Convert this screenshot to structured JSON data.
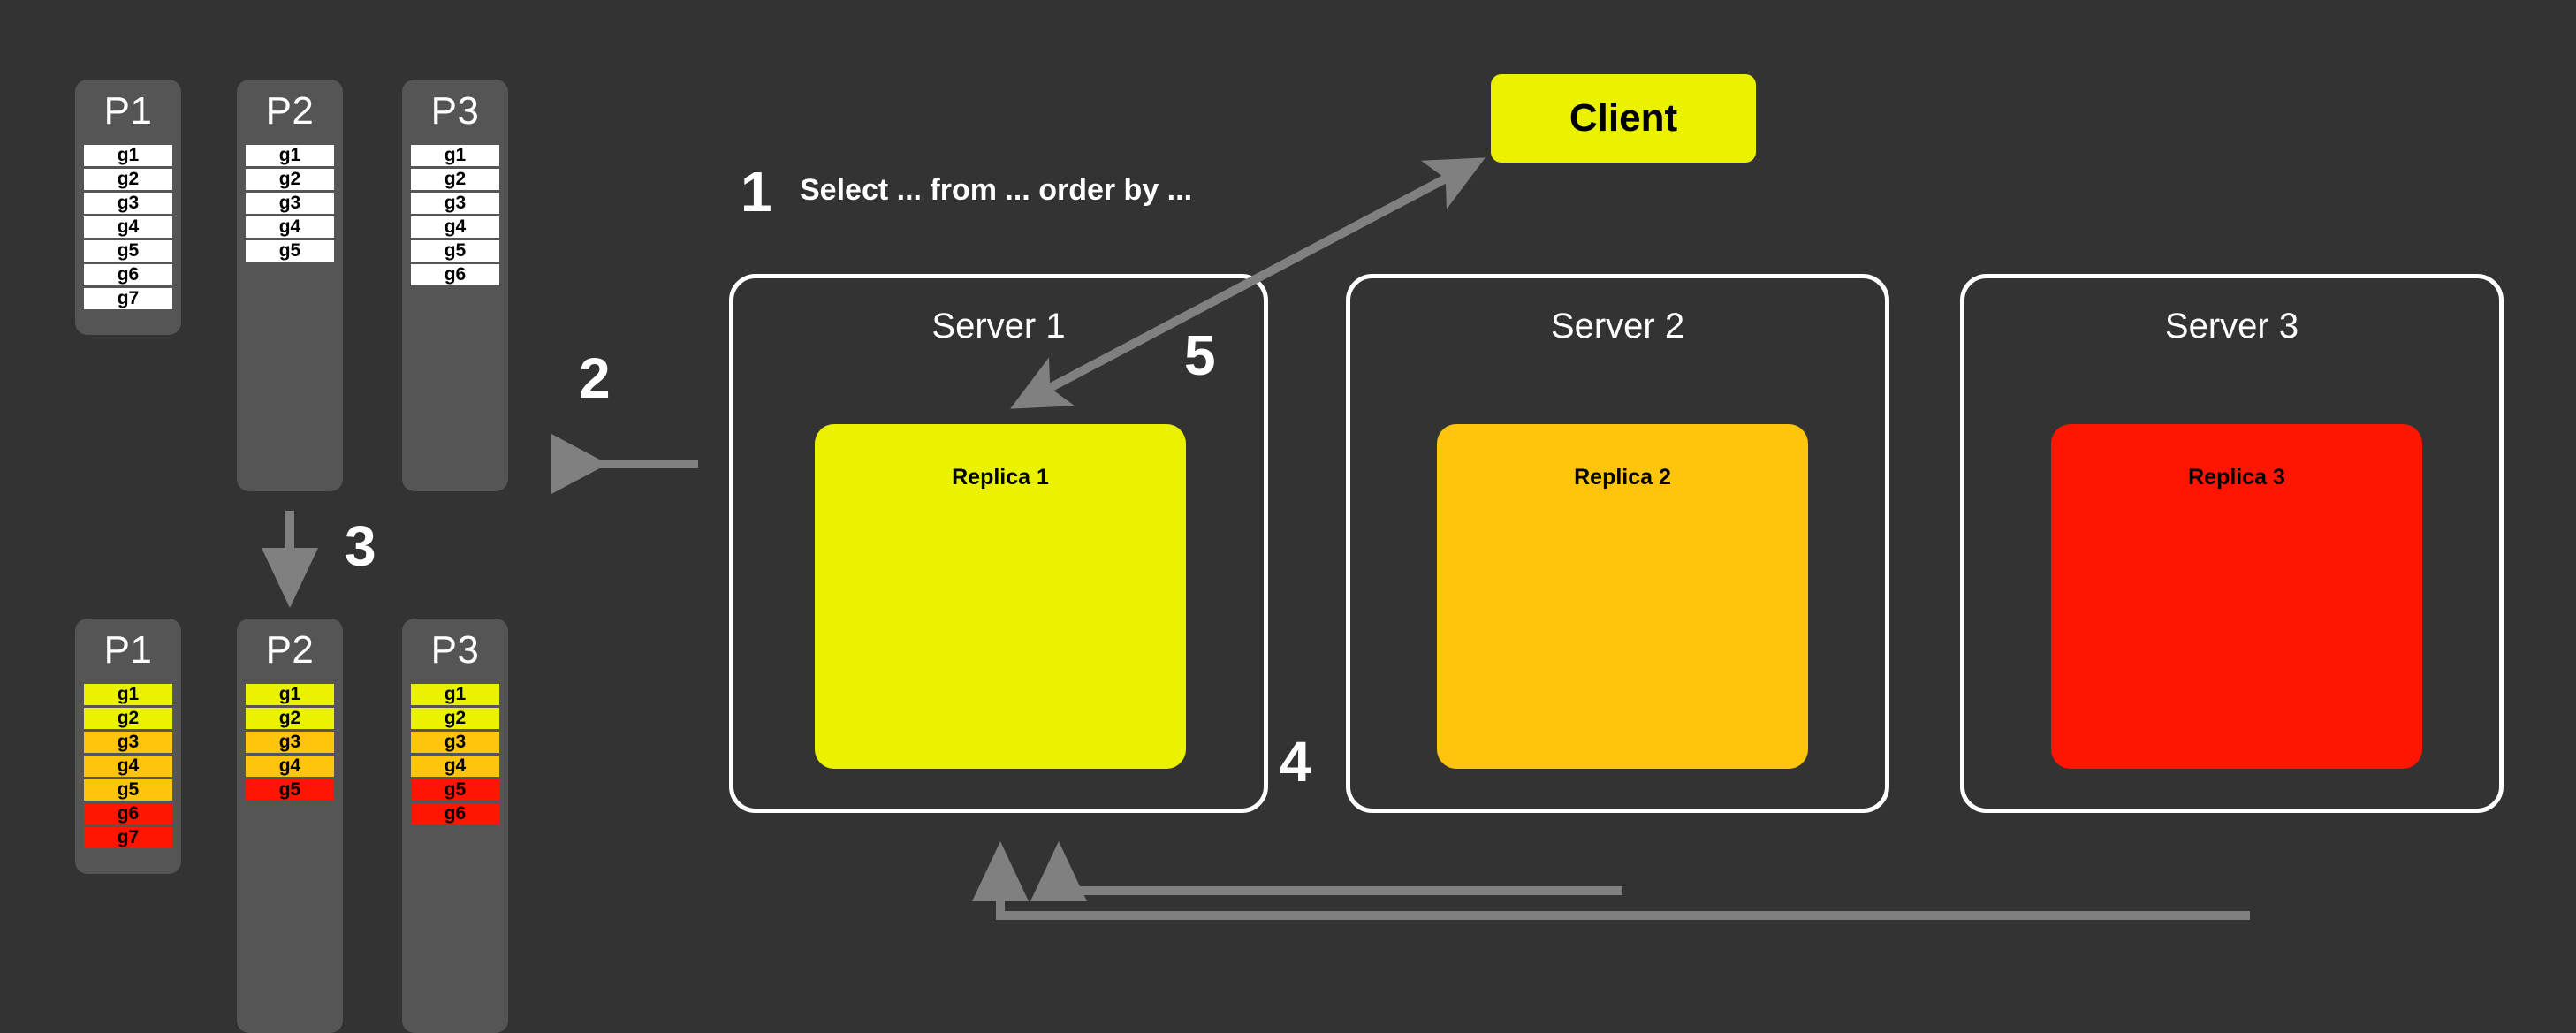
{
  "background_color": "#333333",
  "palette": {
    "column_bg": "#555555",
    "cell_white": "#ffffff",
    "cell_yellow": "#eaf200",
    "cell_orange": "#ffc40c",
    "cell_red": "#ff1500",
    "server_border": "#ffffff",
    "arrow_gray": "#808080",
    "text_white": "#ffffff",
    "text_black": "#000000"
  },
  "top_partitions": [
    {
      "title": "P1",
      "cells": [
        {
          "label": "g1",
          "color": "white"
        },
        {
          "label": "g2",
          "color": "white"
        },
        {
          "label": "g3",
          "color": "white"
        },
        {
          "label": "g4",
          "color": "white"
        },
        {
          "label": "g5",
          "color": "white"
        },
        {
          "label": "g6",
          "color": "white"
        },
        {
          "label": "g7",
          "color": "white"
        }
      ]
    },
    {
      "title": "P2",
      "cells": [
        {
          "label": "g1",
          "color": "white"
        },
        {
          "label": "g2",
          "color": "white"
        },
        {
          "label": "g3",
          "color": "white"
        },
        {
          "label": "g4",
          "color": "white"
        },
        {
          "label": "g5",
          "color": "white"
        }
      ]
    },
    {
      "title": "P3",
      "cells": [
        {
          "label": "g1",
          "color": "white"
        },
        {
          "label": "g2",
          "color": "white"
        },
        {
          "label": "g3",
          "color": "white"
        },
        {
          "label": "g4",
          "color": "white"
        },
        {
          "label": "g5",
          "color": "white"
        },
        {
          "label": "g6",
          "color": "white"
        }
      ]
    }
  ],
  "bottom_partitions": [
    {
      "title": "P1",
      "cells": [
        {
          "label": "g1",
          "color": "yellow"
        },
        {
          "label": "g2",
          "color": "yellow"
        },
        {
          "label": "g3",
          "color": "orange"
        },
        {
          "label": "g4",
          "color": "orange"
        },
        {
          "label": "g5",
          "color": "orange"
        },
        {
          "label": "g6",
          "color": "red"
        },
        {
          "label": "g7",
          "color": "red"
        }
      ]
    },
    {
      "title": "P2",
      "cells": [
        {
          "label": "g1",
          "color": "yellow"
        },
        {
          "label": "g2",
          "color": "yellow"
        },
        {
          "label": "g3",
          "color": "orange"
        },
        {
          "label": "g4",
          "color": "orange"
        },
        {
          "label": "g5",
          "color": "red"
        }
      ]
    },
    {
      "title": "P3",
      "cells": [
        {
          "label": "g1",
          "color": "yellow"
        },
        {
          "label": "g2",
          "color": "yellow"
        },
        {
          "label": "g3",
          "color": "orange"
        },
        {
          "label": "g4",
          "color": "orange"
        },
        {
          "label": "g5",
          "color": "red"
        },
        {
          "label": "g6",
          "color": "red"
        }
      ]
    }
  ],
  "client": {
    "label": "Client",
    "color": "#eaf200"
  },
  "query": {
    "step": "1",
    "text": "Select ... from ... order by ..."
  },
  "servers": [
    {
      "title": "Server 1",
      "replica": "Replica 1",
      "replica_color": "#eaf200"
    },
    {
      "title": "Server 2",
      "replica": "Replica 2",
      "replica_color": "#ffc40c"
    },
    {
      "title": "Server 3",
      "replica": "Replica 3",
      "replica_color": "#ff1500"
    }
  ],
  "steps": [
    {
      "id": "1",
      "label": "1"
    },
    {
      "id": "2",
      "label": "2"
    },
    {
      "id": "3",
      "label": "3"
    },
    {
      "id": "4",
      "label": "4"
    },
    {
      "id": "5",
      "label": "5"
    }
  ]
}
